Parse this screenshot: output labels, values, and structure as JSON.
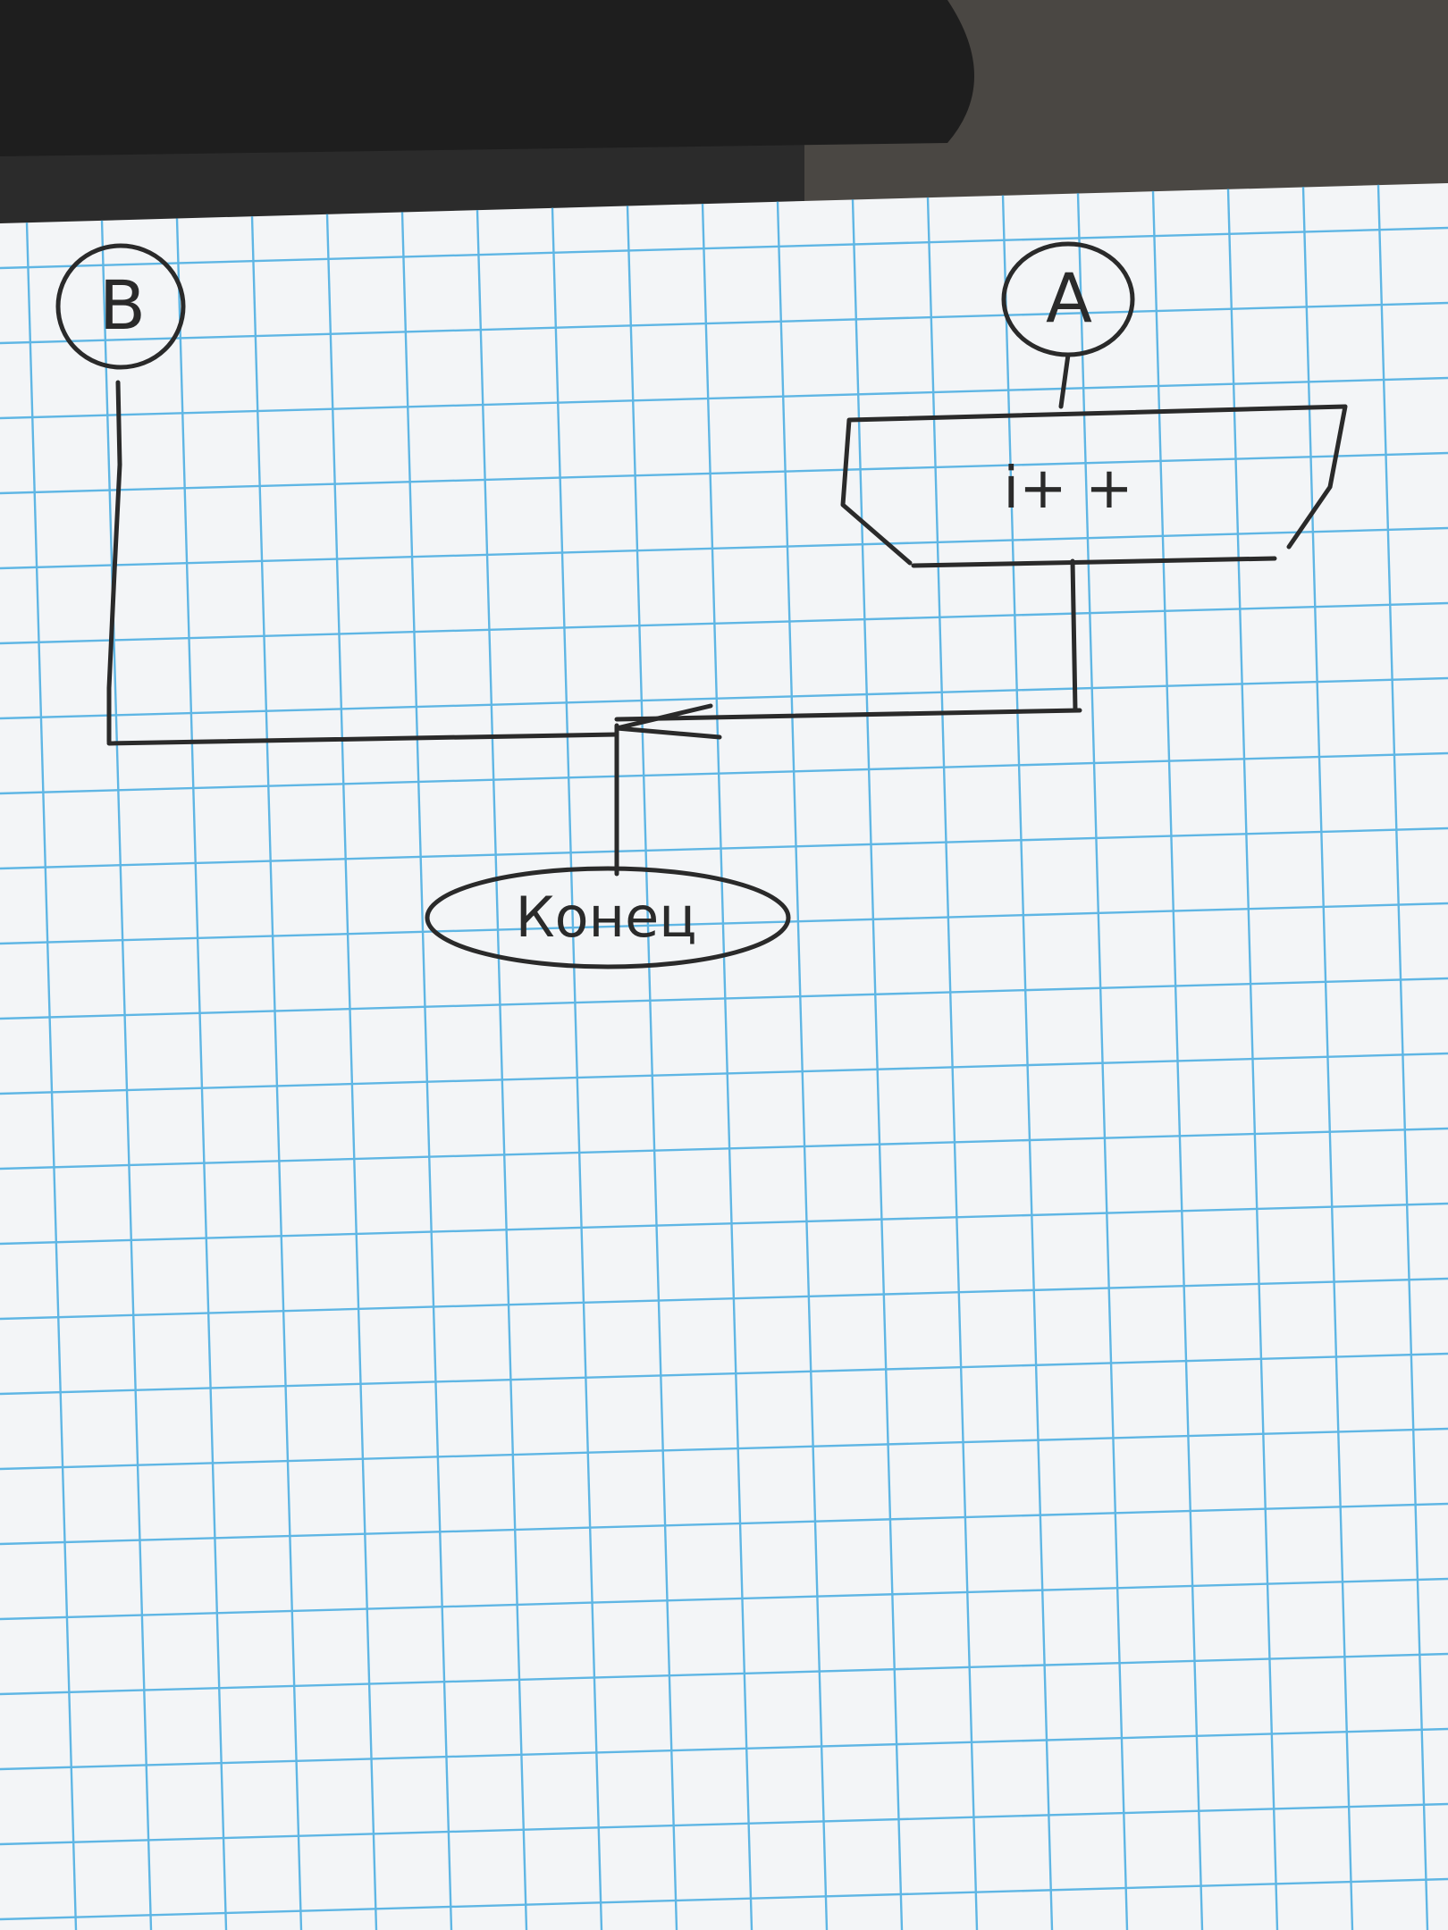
{
  "colors": {
    "background_dark": "#2b2b2b",
    "table_wood": "#4a4743",
    "paper": "#f3f5f7",
    "grid_line": "#4fb0e3",
    "ink": "#2a2a2a"
  },
  "diagram": {
    "connector_b": {
      "label": "B"
    },
    "connector_a": {
      "label": "A"
    },
    "loop_end_block": {
      "label": "i+ +"
    },
    "terminator_end": {
      "label": "Конец"
    }
  }
}
